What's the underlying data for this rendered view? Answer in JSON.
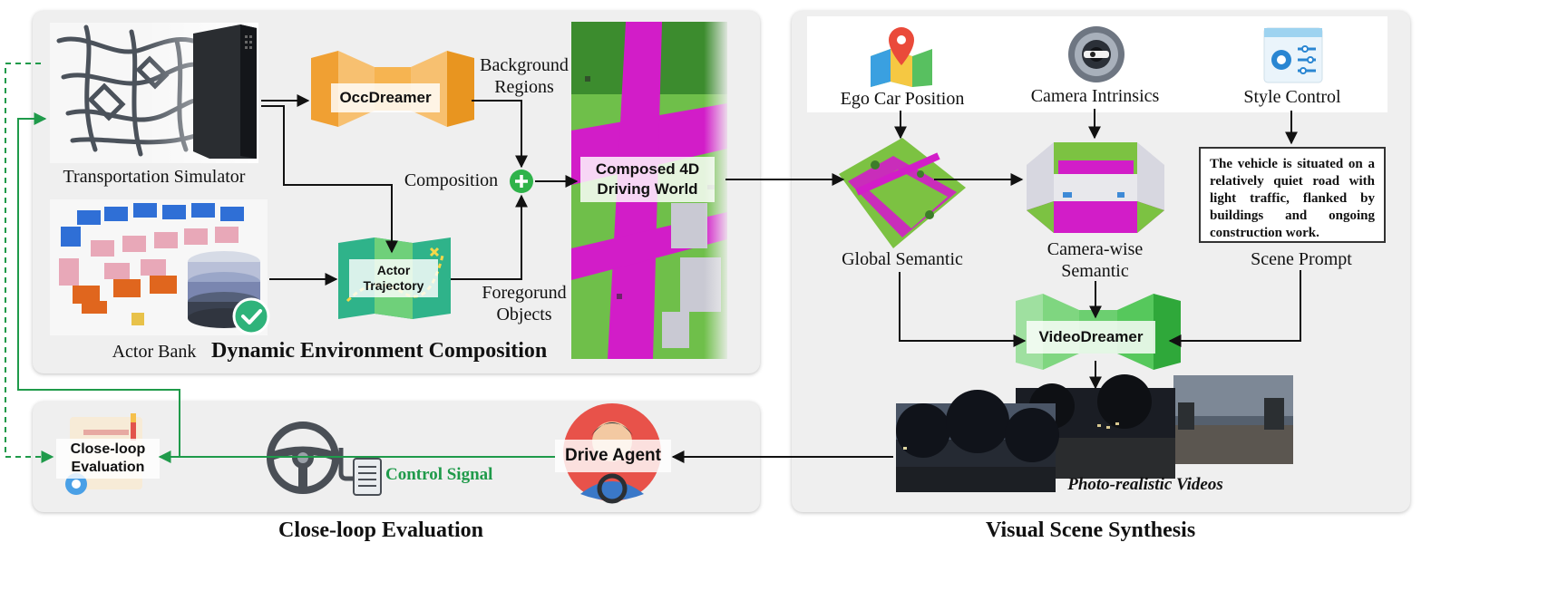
{
  "panels": {
    "dynamic_env": {
      "title": "Dynamic Environment Composition"
    },
    "close_loop": {
      "title": "Close-loop Evaluation"
    },
    "visual_synthesis": {
      "title": "Visual Scene Synthesis"
    }
  },
  "left": {
    "transport_sim": "Transportation Simulator",
    "actor_bank": "Actor Bank",
    "occdreamer": "OccDreamer",
    "actor_trajectory_line1": "Actor",
    "actor_trajectory_line2": "Trajectory",
    "background_regions_line1": "Background",
    "background_regions_line2": "Regions",
    "foreground_objects_line1": "Foregorund",
    "foreground_objects_line2": "Objects",
    "composition": "Composition",
    "composed_world_line1": "Composed 4D",
    "composed_world_line2": "Driving World"
  },
  "right": {
    "ego_position": "Ego Car Position",
    "camera_intrinsics": "Camera Intrinsics",
    "style_control": "Style Control",
    "global_semantic": "Global Semantic",
    "camera_semantic_line1": "Camera-wise",
    "camera_semantic_line2": "Semantic",
    "scene_prompt_label": "Scene Prompt",
    "scene_prompt_text": "The vehicle is situated on a relatively quiet road with light traffic, flanked by buildings and ongoing construction work.",
    "videodreamer": "VideoDreamer",
    "photo_videos": "Photo-realistic Videos"
  },
  "bottom": {
    "close_loop_eval_line1": "Close-loop",
    "close_loop_eval_line2": "Evaluation",
    "control_signal": "Control Signal",
    "drive_agent": "Drive Agent"
  },
  "colors": {
    "arrow": "#111111",
    "green": "#1f9a4a",
    "occdreamer": "#f2a23a",
    "videodreamer": "#5fcf6a",
    "semantic_magenta": "#d21dc8",
    "semantic_green": "#7cc242"
  }
}
